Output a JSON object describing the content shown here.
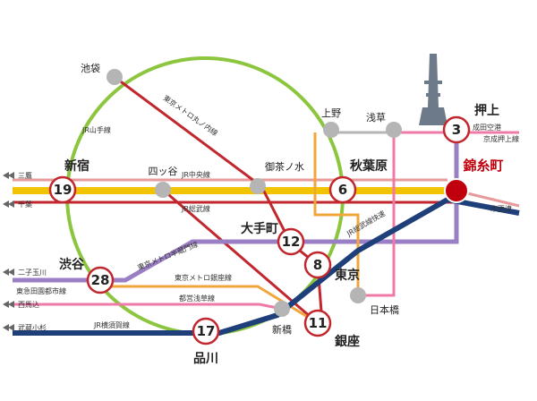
{
  "colors": {
    "yamanote": "#8cc63f",
    "chuo": "#f2c300",
    "sobu": "#e89a9a",
    "hanzomon": "#9b7fc4",
    "marunouchi": "#c1272d",
    "ginza": "#f0a63a",
    "sobu_rapid": "#1e3f7a",
    "asakusa": "#f07aa7",
    "hibiya": "#b5b5b5",
    "highlight": "#c0000c"
  },
  "stations": {
    "ikebukuro": "池袋",
    "ueno": "上野",
    "asakusa": "浅草",
    "oshiage": "押上",
    "shinjuku": "新宿",
    "yotsuya": "四ッ谷",
    "ochanomizu": "御茶ノ水",
    "akihabara": "秋葉原",
    "kinshicho": "錦糸町",
    "otemachi": "大手町",
    "tokyo": "東京",
    "shibuya": "渋谷",
    "nihonbashi": "日本橋",
    "shimbashi": "新橋",
    "ginza": "銀座",
    "shinagawa": "品川"
  },
  "minutes": {
    "shinjuku": "19",
    "oshiage": "3",
    "akihabara": "6",
    "otemachi": "12",
    "tokyo": "8",
    "shibuya": "28",
    "ginza": "11",
    "shinagawa": "17"
  },
  "line_labels": {
    "yamanote": "JR山手線",
    "marunouchi": "東京メトロ丸ノ内線",
    "chuo": "JR中央線",
    "sobu": "JR総武線",
    "sobu_rapid": "JR総武線快速",
    "hanzomon": "東京メトロ半蔵門線",
    "ginza": "東京メトロ銀座線",
    "asakusa_line": "都営浅草線",
    "yokosuka": "JR横須賀線",
    "den_en_toshi": "東急田園都市線",
    "keisei_oshiage": "京成押上線"
  },
  "ends": {
    "mitaka": "三鷹",
    "chiba": "千葉",
    "narita": "成田空港",
    "kisarazu": "木更津",
    "futako": "二子玉川",
    "nishimagome": "西馬込",
    "musashikosugi": "武蔵小杉"
  }
}
